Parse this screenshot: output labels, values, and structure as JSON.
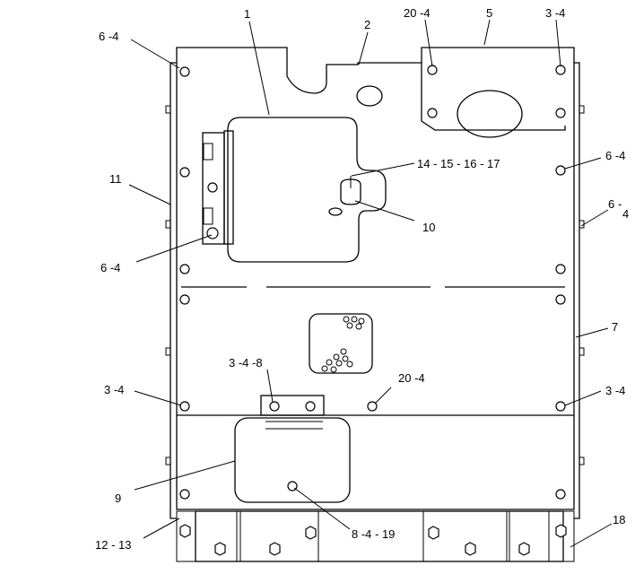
{
  "diagram": {
    "callouts": {
      "c1": "1",
      "c2": "2",
      "c20_4_top": "20 -4",
      "c5": "5",
      "c3_4_topright": "3 -4",
      "c6_4_topleft": "6 -4",
      "c11": "11",
      "c14_17": "14 - 15 - 16 - 17",
      "c6_4_right": "6 -4",
      "c6_4_rightedge": "6 -",
      "c6_4_rightedge_b": "4",
      "c10": "10",
      "c6_4_left": "6 -4",
      "c7": "7",
      "c3_4_8": "3 -4 -8",
      "c3_4_left": "3 -4",
      "c20_4_mid": "20 -4",
      "c3_4_right": "3 -4",
      "c9": "9",
      "c12_13": "12 - 13",
      "c8_4_19": "8 -4 - 19",
      "c18": "18"
    }
  }
}
